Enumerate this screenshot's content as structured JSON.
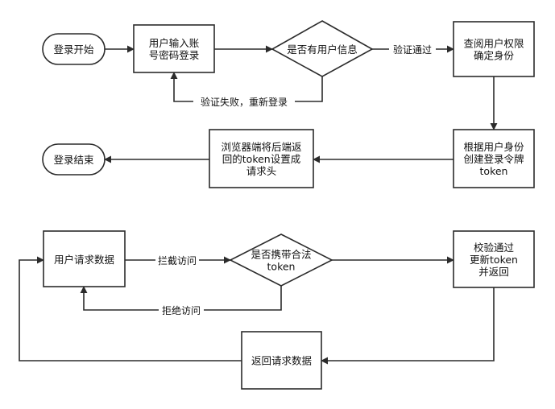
{
  "nodes": {
    "login_start": {
      "lines": [
        "登录开始"
      ]
    },
    "input_account": {
      "lines": [
        "用户输入账",
        "号密码登录"
      ]
    },
    "has_user_info": {
      "lines": [
        "是否有用户信息"
      ]
    },
    "check_permission": {
      "lines": [
        "查阅用户权限",
        "确定身份"
      ]
    },
    "create_token": {
      "lines": [
        "根据用户身份",
        "创建登录令牌",
        "token"
      ]
    },
    "browser_store_token": {
      "lines": [
        "浏览器端将后端返",
        "回的token设置成",
        "请求头"
      ]
    },
    "login_end": {
      "lines": [
        "登录结束"
      ]
    },
    "user_request": {
      "lines": [
        "用户请求数据"
      ]
    },
    "has_valid_token": {
      "lines": [
        "是否携带合法",
        "token"
      ]
    },
    "verify_refresh": {
      "lines": [
        "校验通过",
        "更新token",
        "并返回"
      ]
    },
    "return_data": {
      "lines": [
        "返回请求数据"
      ]
    }
  },
  "edge_labels": {
    "verify_pass": "验证通过",
    "verify_fail": "验证失败，重新登录",
    "intercept": "拦截访问",
    "reject": "拒绝访问"
  }
}
